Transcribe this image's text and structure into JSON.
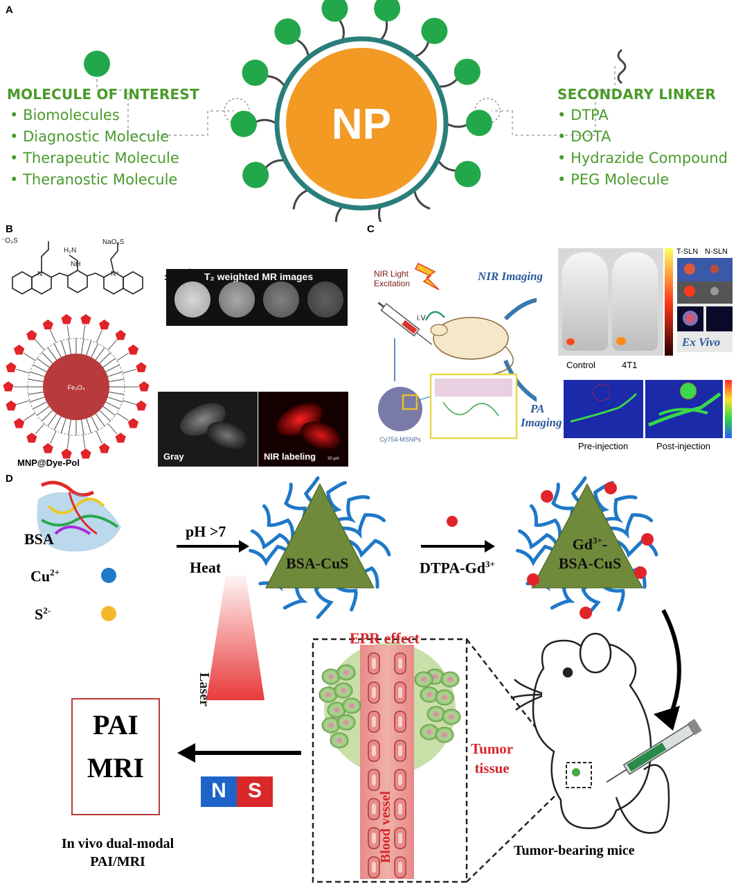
{
  "panels": {
    "a": "A",
    "b": "B",
    "c": "C",
    "d": "D"
  },
  "panel_a": {
    "center": "NP",
    "left_title": "MOLECULE OF INTEREST",
    "left_items": [
      "Biomolecules",
      "Diagnostic Molecule",
      "Therapeutic Molecule",
      "Theranostic Molecule"
    ],
    "right_title": "SECONDARY LINKER",
    "right_items": [
      "DTPA",
      "DOTA",
      "Hydrazide Compound",
      "PEG Molecule"
    ]
  },
  "panel_b": {
    "mr_title": "T₂ weighted MR images",
    "gray": "Gray",
    "nir": "NIR labeling",
    "scale": "20 μm",
    "caption": "MNP@Dye-Pol",
    "core": "Fe₃O₄",
    "equals": "="
  },
  "panel_c": {
    "light": [
      "NIR Light",
      "Excitation"
    ],
    "nir_imaging": "NIR Imaging",
    "iv": "i.V",
    "control": "Control",
    "t41": "4T1",
    "tsln": "T-SLN",
    "nsln": "N-SLN",
    "exvivo": "Ex Vivo",
    "pa": [
      "PA",
      "Imaging"
    ],
    "pre": "Pre-injection",
    "post": "Post-injection",
    "nanoparticle": "Cy754-MSNPs"
  },
  "panel_d": {
    "bsa": "BSA",
    "cu": "Cu",
    "cu_sup": "2+",
    "s": "S",
    "s_sup": "2-",
    "ph": "pH >7",
    "heat": "Heat",
    "bsacus": "BSA-CuS",
    "dtpa": "DTPA-Gd",
    "dtpa_sup": "3+",
    "gd": "Gd",
    "gd_sup": "3+",
    "gd_tail": "-",
    "gd_line2": "BSA-CuS",
    "epr": "EPR effect",
    "laser": "Laser",
    "blood": "Blood vessel",
    "tumor": [
      "Tumor",
      "tissue"
    ],
    "pai": "PAI",
    "mri": "MRI",
    "n": "N",
    "s_mag": "S",
    "invivo": [
      "In vivo dual-modal",
      "PAI/MRI"
    ],
    "mice": "Tumor-bearing mice"
  },
  "colors": {
    "green": "#4a9a2a",
    "np_orange": "#f39a24",
    "np_ring": "#2a7e7a",
    "node_green": "#22a84a",
    "bsa_green": "#6f8a3a",
    "chain_blue": "#1f78c8",
    "gd_red": "#e0242a",
    "epr_red": "#d6252a"
  }
}
